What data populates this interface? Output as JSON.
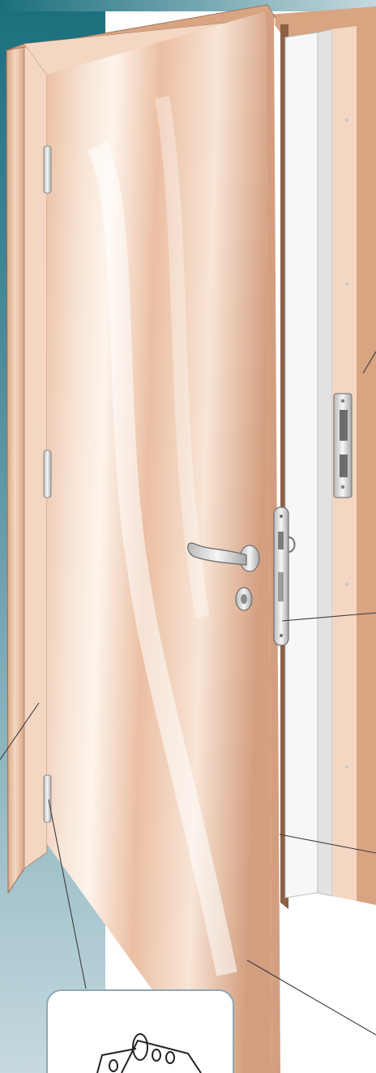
{
  "illustration": {
    "subject": "door-installation-diagram",
    "parts": [
      "door-frame",
      "door-leaf",
      "hinges",
      "lever-handle",
      "key-escutcheon",
      "lock-faceplate",
      "strike-plate",
      "frame-seal-rebate",
      "hinge-detail-inset"
    ],
    "colors": {
      "sidebar_dark": "#1a6f7d",
      "sidebar_light": "#c6d9df",
      "frame_light": "#f4d7c3",
      "frame_mid": "#d8a482",
      "frame_dark": "#8e6046",
      "leaf_light": "#f8e5d6",
      "leaf_mid": "#ebbfa3",
      "leaf_dark": "#d49f80",
      "metal": "#eaeaea",
      "metal_dark": "#8a8a8a",
      "leader_line": "#3c3c3c",
      "inset_border": "#8fa9b3"
    }
  }
}
